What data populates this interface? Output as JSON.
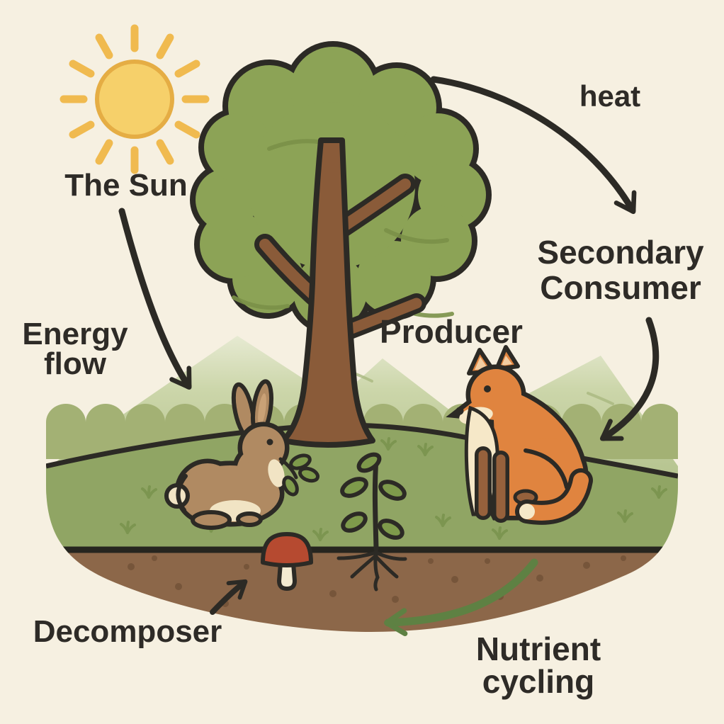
{
  "title": "Ecosystem energy flow diagram",
  "labels": {
    "the_sun": "The Sun",
    "heat": "heat",
    "secondary_consumer_line1": "Secondary",
    "secondary_consumer_line2": "Consumer",
    "energy_flow_line1": "Energy",
    "energy_flow_line2": "flow",
    "producer": "Producer",
    "decomposer": "Decomposer",
    "nutrient_cycling_line1": "Nutrient",
    "nutrient_cycling_line2": "cycling"
  },
  "scene_elements": [
    "sun",
    "tree",
    "rabbit",
    "fox",
    "seedling",
    "mushroom",
    "hills",
    "bushes",
    "grass",
    "soil"
  ],
  "arrows": [
    {
      "id": "energy-flow-arrow",
      "color": "#2c2a25"
    },
    {
      "id": "heat-arrow",
      "color": "#2c2a25"
    },
    {
      "id": "secondary-consumer-arrow",
      "color": "#2c2a25"
    },
    {
      "id": "decomposer-arrow",
      "color": "#2c2a25"
    },
    {
      "id": "nutrient-cycling-arrow",
      "color": "#5e8143"
    }
  ],
  "colors": {
    "background": "#f6f0e1",
    "outline": "#2c2a25",
    "text": "#2e2b27",
    "sun_disc": "#f6d06a",
    "sun_ring": "#e5ad44",
    "sun_rays": "#f0ba4f",
    "canopy": "#8ca356",
    "canopy_shade": "#7a9048",
    "trunk": "#8a5b39",
    "mountains": "#c1cd9b",
    "bushes": "#a3b174",
    "grass": "#90a564",
    "grass_tuft": "#7c9550",
    "soil": "#8c6749",
    "soil_speckle": "#76553a",
    "rabbit": "#b08a62",
    "rabbit_cream": "#f1e4c4",
    "fox": "#e0843f",
    "fox_cream": "#f6e8c8",
    "fox_legs": "#96613c",
    "mushroom_cap": "#b64a30",
    "mushroom_stem": "#f3ead0",
    "leaf_green": "#7e9a4b",
    "arrow_black": "#2c2a25",
    "arrow_green": "#5e8143"
  }
}
